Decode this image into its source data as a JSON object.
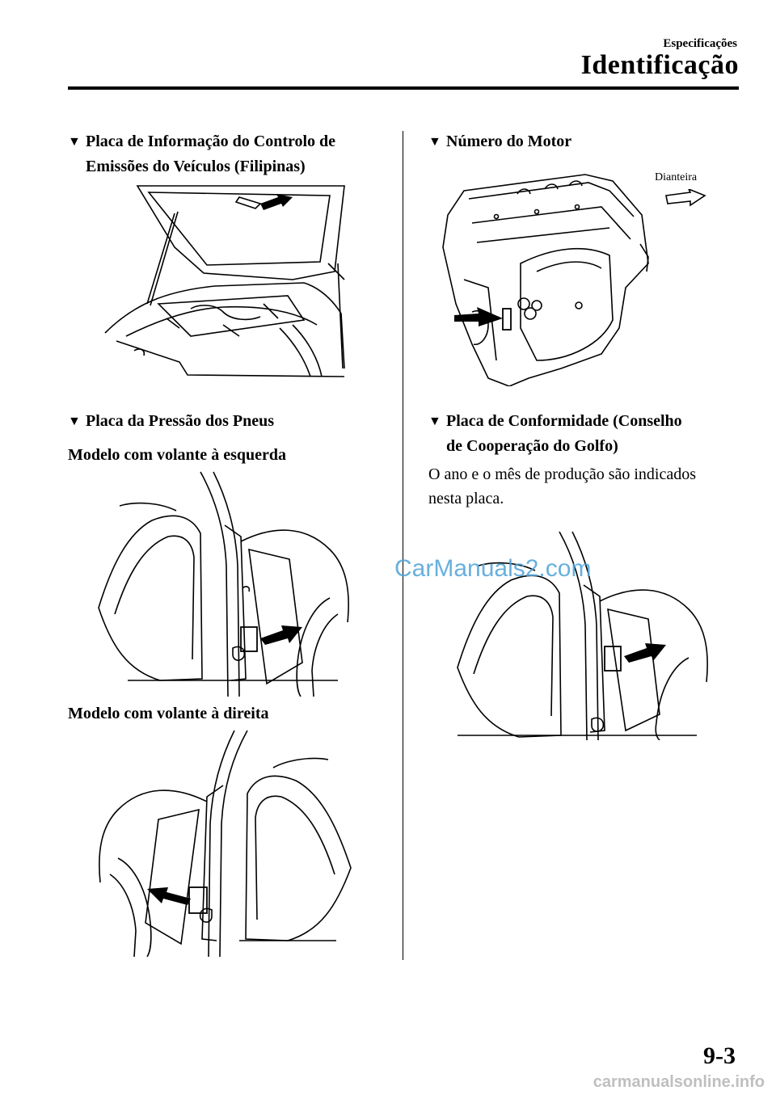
{
  "header": {
    "section": "Especificações",
    "title": "Identificação"
  },
  "left": {
    "emission_heading_line1": "Placa de Informação do Controlo de",
    "emission_heading_line2": "Emissões do Veículos (Filipinas)",
    "tire_heading": "Placa da Pressão dos Pneus",
    "lhd_label": "Modelo com volante à esquerda",
    "rhd_label": "Modelo com volante à direita"
  },
  "right": {
    "engine_heading": "Número do Motor",
    "front_label": "Dianteira",
    "gcc_heading_line1": "Placa de Conformidade (Conselho",
    "gcc_heading_line2": "de Cooperação do Golfo)",
    "gcc_body_line1": "O ano e o mês de produção são indicados",
    "gcc_body_line2": "nesta placa."
  },
  "icons": {
    "bullet": "▼"
  },
  "watermark": "CarManuals2.com",
  "page_number": "9-3",
  "footer_mark": "carmanualsonline.info"
}
